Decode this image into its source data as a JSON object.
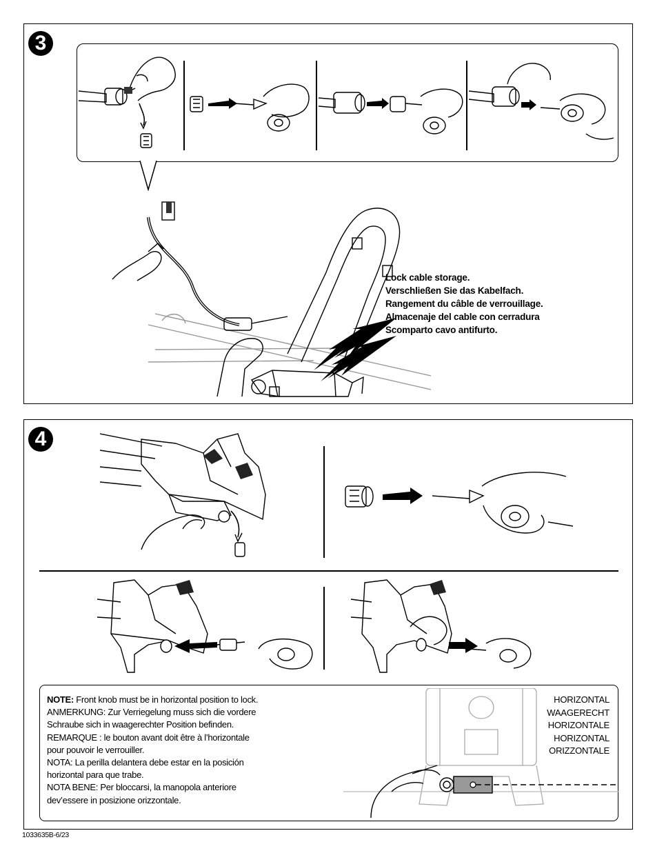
{
  "step3": {
    "number": "3",
    "caption": [
      "Lock cable storage.",
      "Verschließen Sie das Kabelfach.",
      "Rangement du câble de verrouillage.",
      "Almacenaje del cable con cerradura",
      "Scomparto cavo antifurto."
    ]
  },
  "step4": {
    "number": "4",
    "note": [
      {
        "label": "NOTE:",
        "text": " Front knob must be in horizontal position to lock."
      },
      {
        "label": "ANMERKUNG:",
        "text": " Zur Verriegelung muss sich die vordere"
      },
      {
        "label": "",
        "text": "Schraube sich in waagerechter Position befinden."
      },
      {
        "label": "REMARQUE :",
        "text": " le bouton avant doit être à l’horizontale"
      },
      {
        "label": "",
        "text": "pour pouvoir le verrouiller."
      },
      {
        "label": "NOTA:",
        "text": " La perilla delantera debe estar en la posición"
      },
      {
        "label": "",
        "text": "horizontal para que trabe."
      },
      {
        "label": "NOTA BENE:",
        "text": " Per bloccarsi, la manopola anteriore"
      },
      {
        "label": "",
        "text": "dev’essere in posizione orizzontale."
      }
    ],
    "horizontal_labels": [
      "HORIZONTAL",
      "WAAGERECHT",
      "HORIZONTALE",
      "HORIZONTAL",
      "ORIZZONTALE"
    ]
  },
  "footer": {
    "doc_number": "1033635B-6/23"
  }
}
